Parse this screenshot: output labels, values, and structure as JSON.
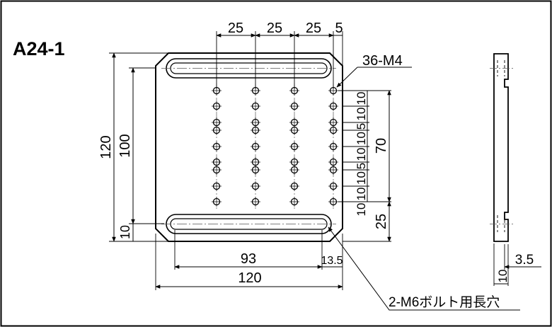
{
  "title": "A24-1",
  "dimensions": {
    "top_spacing": [
      "25",
      "25",
      "25",
      "5"
    ],
    "hole_callout": "36-M4",
    "right_column": [
      "10",
      "10",
      "5",
      "10",
      "10",
      "5",
      "10",
      "10",
      "10"
    ],
    "height_70": "70",
    "height_25": "25",
    "left_outer": "120",
    "left_inner": "100",
    "left_small": "10",
    "bottom_93": "93",
    "bottom_13_5": "13.5",
    "bottom_120": "120",
    "side_3_5": "3.5",
    "side_10": "10",
    "slot_callout": "2-M6ボルト用長穴"
  },
  "colors": {
    "line": "#000000",
    "center_line": "#555555",
    "background": "#ffffff"
  }
}
